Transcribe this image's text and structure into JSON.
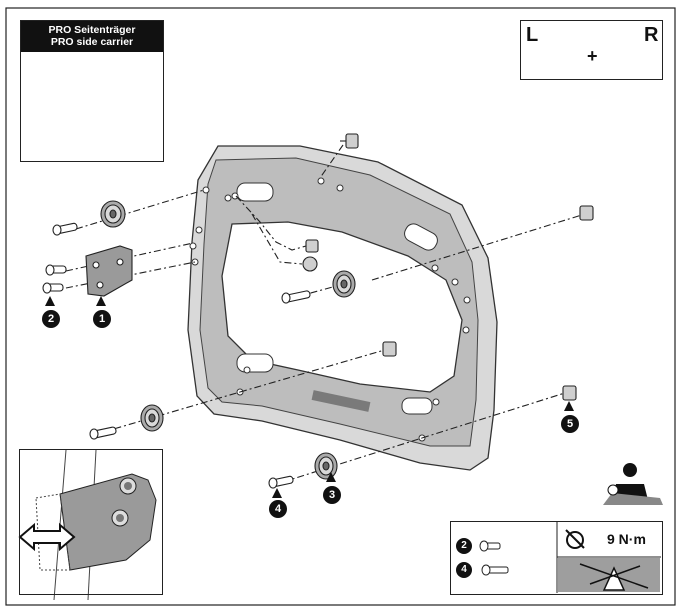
{
  "title": {
    "line1": "PRO Seitenträger",
    "line2": "PRO side carrier"
  },
  "sides": {
    "left": "L",
    "right": "R",
    "plus": "+"
  },
  "callouts": [
    "1",
    "2",
    "3",
    "4",
    "5"
  ],
  "torque": {
    "items": [
      "2",
      "4"
    ],
    "value": "9 N·m"
  },
  "icons": [
    "motorcycle-rider-left-icon",
    "motorcycle-rider-right-icon",
    "torque-wrench-icon",
    "no-threadlocker-icon",
    "rider-on-bike-icon",
    "double-arrow-icon"
  ]
}
